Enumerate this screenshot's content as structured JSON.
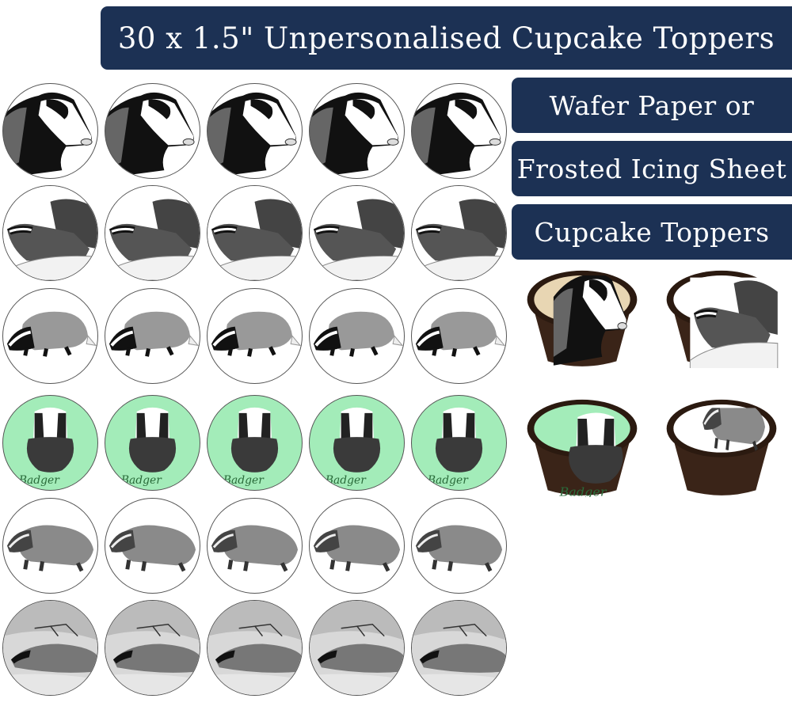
{
  "header": {
    "title": "30 x 1.5\" Unpersonalised Cupcake Toppers"
  },
  "side_banners": [
    {
      "label": "Wafer Paper or"
    },
    {
      "label": "Frosted Icing Sheet"
    },
    {
      "label": "Cupcake Toppers"
    }
  ],
  "colors": {
    "banner_bg": "#1c3154",
    "banner_text": "#ffffff",
    "green_topper_bg": "#a3ecb9",
    "cupcake_case": "#3a2418"
  },
  "topper_grid": {
    "rows": 6,
    "columns": 5,
    "count": 30,
    "designs": [
      {
        "row": 1,
        "name": "badger-head-profile-drawing",
        "background": "white"
      },
      {
        "row": 2,
        "name": "badger-engraving-on-rock",
        "background": "white"
      },
      {
        "row": 3,
        "name": "grey-cartoon-badger-walking",
        "background": "white"
      },
      {
        "row": 4,
        "name": "watercolour-badger-face",
        "background": "green",
        "caption": "Badger"
      },
      {
        "row": 5,
        "name": "pencil-badger-walking",
        "background": "white"
      },
      {
        "row": 6,
        "name": "badger-engraving-in-undergrowth",
        "background": "white"
      }
    ]
  },
  "cupcake_preview": {
    "items": [
      {
        "design": "badger-head-profile-drawing"
      },
      {
        "design": "badger-engraving-on-rock"
      },
      {
        "design": "watercolour-badger-face",
        "caption": "Badger"
      },
      {
        "design": "pencil-badger-walking"
      }
    ]
  }
}
